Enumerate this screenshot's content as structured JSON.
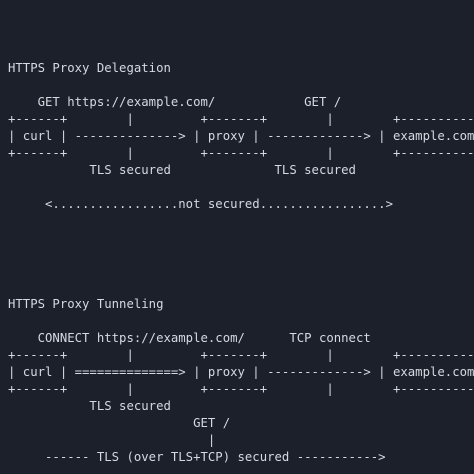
{
  "delegation": {
    "title": "HTTPS Proxy Delegation",
    "lines": [
      "    GET https://example.com/            GET /",
      "+------+        |         +-------+        |        +-----------------",
      "| curl | --------------> | proxy | -------------> | example.com",
      "+------+        |         +-------+        |        +-----------------",
      "           TLS secured              TLS secured",
      "",
      "     <.................not secured.................>"
    ]
  },
  "tunneling": {
    "title": "HTTPS Proxy Tunneling",
    "lines": [
      "    CONNECT https://example.com/      TCP connect",
      "+------+        |         +-------+        |        +-----------------",
      "| curl | ==============> | proxy | -------------> | example.com",
      "+------+        |         +-------+        |        +-----------------",
      "           TLS secured",
      "                         GET /",
      "                           |",
      "     ------ TLS (over TLS+TCP) secured ----------->"
    ]
  }
}
